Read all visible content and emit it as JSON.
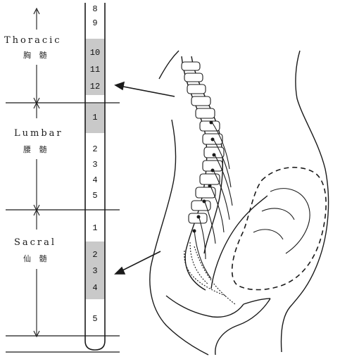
{
  "regions": {
    "thoracic": {
      "label": "Thoracic",
      "sub": "胸 髄"
    },
    "lumbar": {
      "label": "Lumbar",
      "sub": "腰 髄"
    },
    "sacral": {
      "label": "Sacral",
      "sub": "仙 髄"
    }
  },
  "segments": [
    "8",
    "9",
    "10",
    "11",
    "12",
    "1",
    "2",
    "3",
    "4",
    "5",
    "1",
    "2",
    "3",
    "4",
    "5"
  ],
  "colors": {
    "ink": "#1a1a1a",
    "shade": "#c8c8c8",
    "paper": "#ffffff"
  }
}
